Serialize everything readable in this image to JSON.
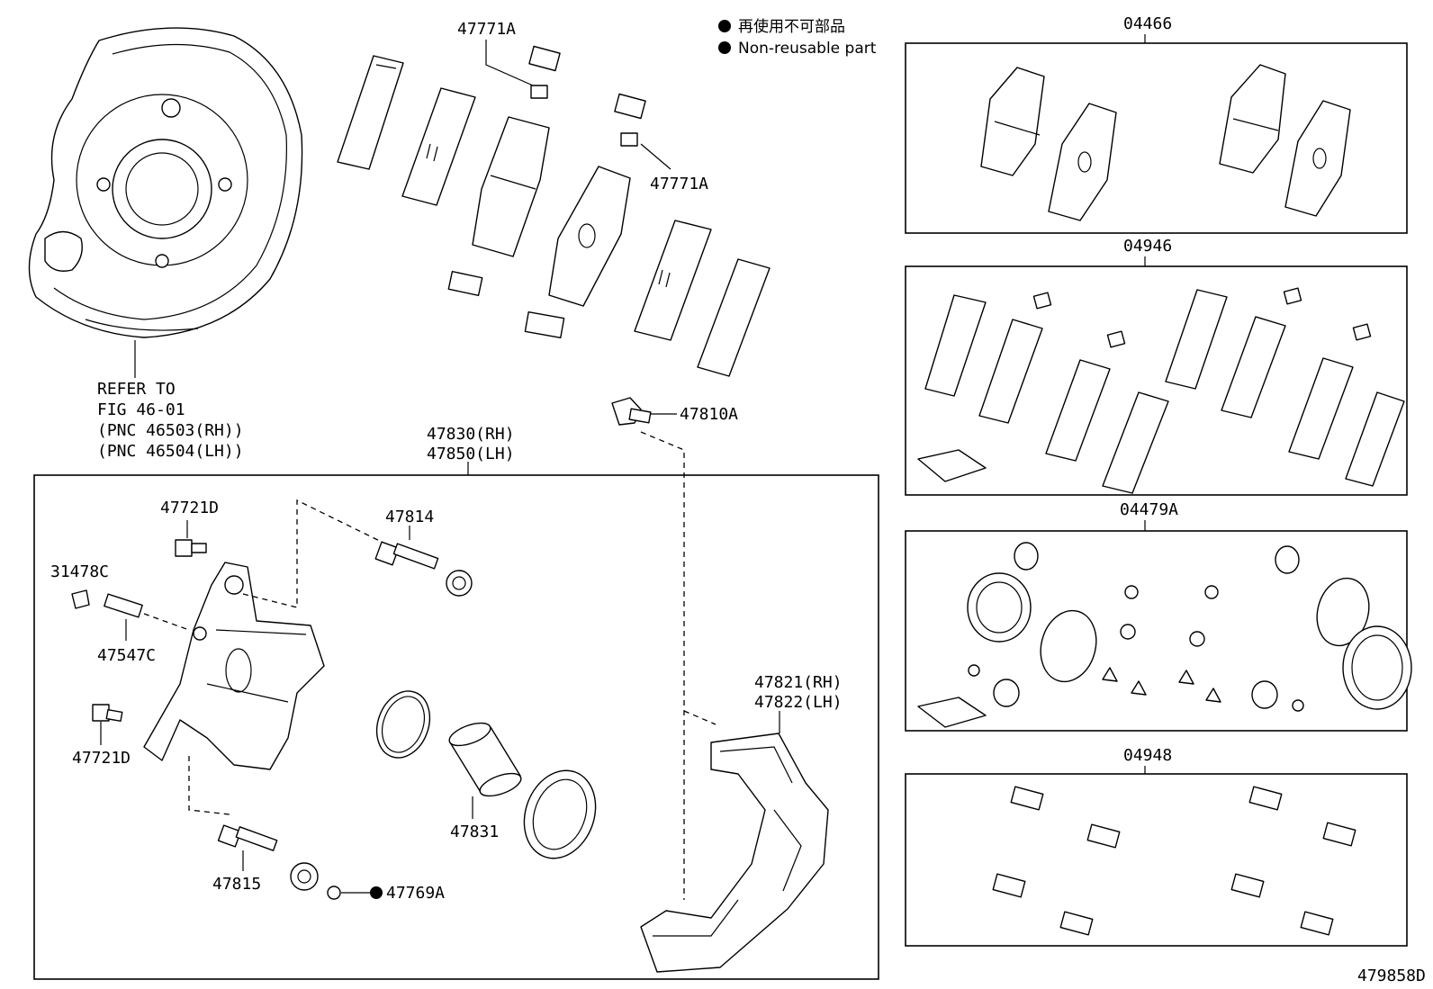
{
  "legend": {
    "line_jp": "再使用不可部品",
    "line_en": "Non-reusable part"
  },
  "labels": {
    "p47771a_top": "47771A",
    "p47771a_mid": "47771A",
    "refer_line1": "REFER TO",
    "refer_line2": "FIG 46-01",
    "refer_line3": "(PNC 46503(RH))",
    "refer_line4": "(PNC 46504(LH))",
    "p47810a": "47810A",
    "p47830": "47830(RH)",
    "p47850": "47850(LH)",
    "p47721d_top": "47721D",
    "p47814": "47814",
    "p31478c": "31478C",
    "p47547c": "47547C",
    "p47721d_bottom": "47721D",
    "p47821": "47821(RH)",
    "p47822": "47822(LH)",
    "p47831": "47831",
    "p47815": "47815",
    "p47769a": "47769A",
    "kit_04466": "04466",
    "kit_04946": "04946",
    "kit_04479a": "04479A",
    "kit_04948": "04948",
    "diagram_id": "479858D"
  }
}
